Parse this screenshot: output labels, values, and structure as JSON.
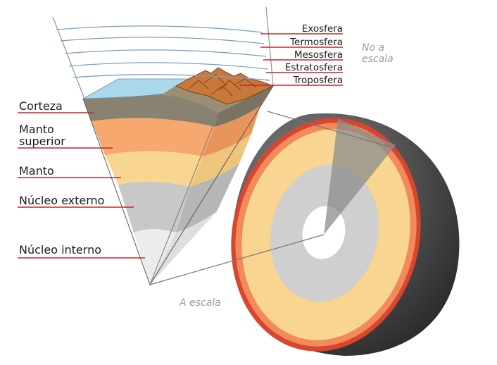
{
  "diagram": {
    "atmosphere_labels": [
      "Exosfera",
      "Termosfera",
      "Mesosfera",
      "Estratosfera",
      "Troposfera"
    ],
    "layer_labels": {
      "crust": "Corteza",
      "upper_mantle_line1": "Manto",
      "upper_mantle_line2": "superior",
      "mantle": "Manto",
      "outer_core": "Núcleo externo",
      "inner_core": "Núcleo interno"
    },
    "notes": {
      "not_to_scale_line1": "No a",
      "not_to_scale_line2": "escala",
      "to_scale": "A escala"
    },
    "colors": {
      "label_line": "#c0282d",
      "atmosphere_arc": "#7aa2c6",
      "ocean": "#a8d8ea",
      "crust": "#8a8270",
      "upper_mantle": "#f6a86e",
      "mantle": "#f8d591",
      "outer_core": "#c8c8c8",
      "inner_core": "#ececec",
      "sphere_shell_red": "#d9452e",
      "sphere_shell_orange": "#f28a5a",
      "sphere_dark": "#3a3a3a"
    }
  }
}
